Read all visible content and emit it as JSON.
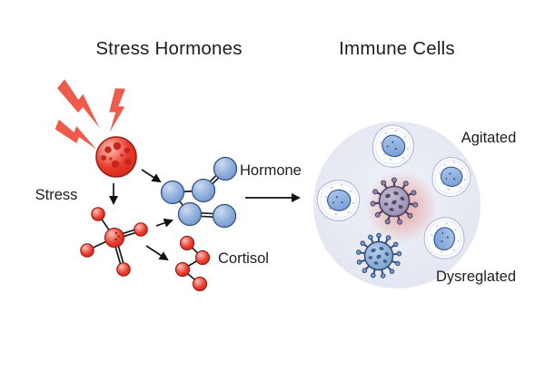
{
  "figure": {
    "title_left": "Stress Hormones",
    "title_right": "Immune Cells",
    "labels": {
      "stress": "Stress",
      "hormone": "Hormone",
      "cortisol": "Cortisol",
      "agitated": "Agitated",
      "dysregulated": "Dysreglated"
    }
  },
  "colors": {
    "text_color": "#1d1d1d",
    "arrow_color": "#111111",
    "bond_color": "#1a1a1a",
    "bolt_fill": "#ee5a4c",
    "red_light": "#fbc0b6",
    "red_mid": "#e83a2c",
    "red_deep": "#cd2418",
    "red_dark": "#9c1d14",
    "red_spot": "#c5261b",
    "blue_light": "#ccdaf0",
    "blue_mid": "#8aabda",
    "blue_deep": "#6e92c6",
    "blue_dark": "#30507f",
    "circle_light": "#eff1f8",
    "circle_mid": "#e0e3ef",
    "glow_color": "#e0695e",
    "cell_fill": "#fdfdff",
    "cell_stroke": "#aeb9d6",
    "cell_inner": "#dde3f2",
    "speckle": "#bdc7de",
    "nucleus_light": "#b2cbec",
    "nucleus_mid": "#6f99d3",
    "nucleus_dark": "#3a5a90",
    "nucleus_dot": "#2a446e",
    "virus_purple_light": "#c3bad2",
    "virus_purple_mid": "#9187a7",
    "virus_purple_dark": "#4b4065",
    "virus_purple_spot": "#55496f",
    "virus_blue_light": "#b6cce8",
    "virus_blue_mid": "#7599c9",
    "virus_blue_dark": "#2d4e7e",
    "virus_blue_spot": "#3a6294"
  }
}
